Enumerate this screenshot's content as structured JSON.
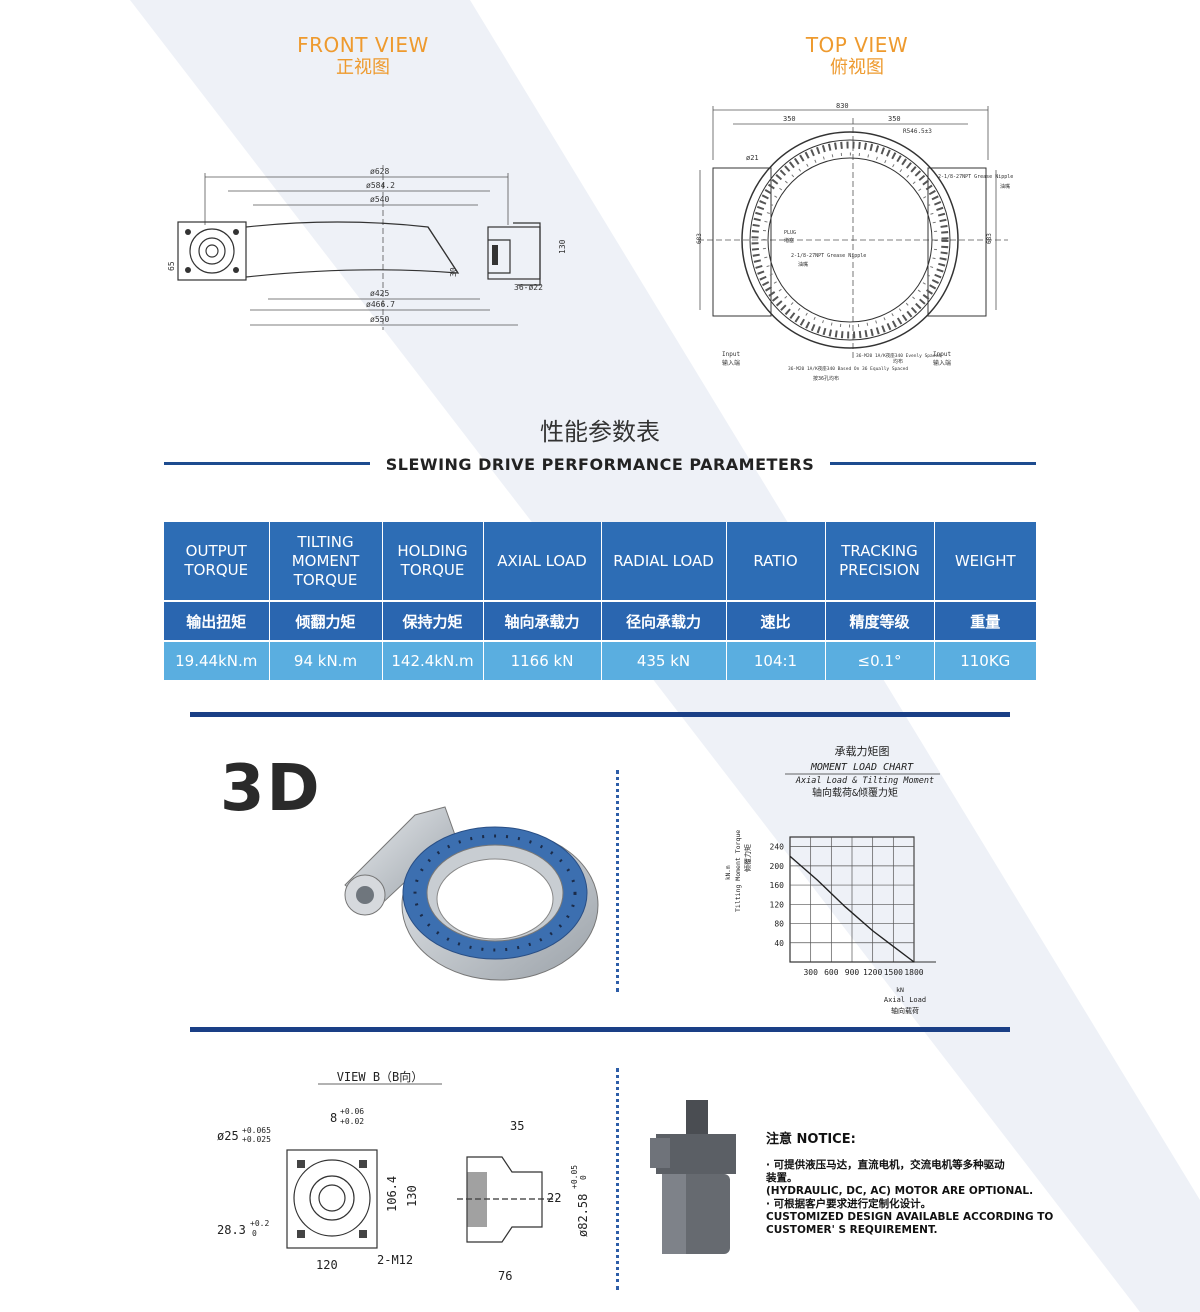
{
  "front_view": {
    "en": "FRONT VIEW",
    "cn": "正视图",
    "dims": {
      "d628": "ø628",
      "d584": "ø584.2",
      "d540": "ø540",
      "d425": "ø425",
      "d466": "ø466.7",
      "d550": "ø550",
      "h65": "65",
      "h130": "130",
      "h30": "30",
      "holes": "36-ø22"
    }
  },
  "top_view": {
    "en": "TOP VIEW",
    "cn": "俯视图",
    "dims": {
      "w830": "830",
      "w350a": "350",
      "w350b": "350",
      "r": "R546.5±3",
      "grease_en": "2-1/8-27NPT Grease Nipple",
      "grease_cn": "油嘴",
      "plug_en": "PLUG",
      "plug_cn": "堵塞",
      "grease2_en": "2-1/8-27NPT Grease Nipple",
      "grease2_cn": "油嘴",
      "h683a": "683",
      "h683b": "683",
      "d21": "ø21",
      "holes_a": "36-M20 1A/K夜座340 Evenly Spaced",
      "holes_a_cn": "均布",
      "holes_b": "36-M20 1A/K夜座340 Based On 36 Equally Spaced",
      "holes_b_cn": "按36孔均布",
      "input_left_en": "Input",
      "input_left_cn": "输入端",
      "input_right_en": "Input",
      "input_right_cn": "输入端"
    }
  },
  "params": {
    "title_cn": "性能参数表",
    "title_en": "SLEWING DRIVE PERFORMANCE PARAMETERS",
    "headers_en": [
      "OUTPUT TORQUE",
      "TILTING MOMENT TORQUE",
      "HOLDING TORQUE",
      "AXIAL LOAD",
      "RADIAL LOAD",
      "RATIO",
      "TRACKING PRECISION",
      "WEIGHT"
    ],
    "headers_cn": [
      "输出扭矩",
      "倾翻力矩",
      "保持力矩",
      "轴向承载力",
      "径向承载力",
      "速比",
      "精度等级",
      "重量"
    ],
    "values": [
      "19.44kN.m",
      "94 kN.m",
      "142.4kN.m",
      "1166 kN",
      "435 kN",
      "104:1",
      "≤0.1°",
      "110KG"
    ]
  },
  "three_d": {
    "label": "3D",
    "accent": "#3c6fb0"
  },
  "chart_data": {
    "type": "line",
    "title": "承载力矩图",
    "subtitle": "MOMENT LOAD CHART",
    "subtitle2": "Axial Load & Tilting Moment",
    "subtitle3": "轴向载荷&倾覆力矩",
    "ylabel_en": "Tilting Moment Torque",
    "ylabel_cn": "倾覆力矩",
    "ylabel_unit": "kN.m",
    "xlabel_unit": "kN",
    "xlabel_en": "Axial Load",
    "xlabel_cn": "轴向载荷",
    "x_ticks": [
      300,
      600,
      900,
      1200,
      1500,
      1800
    ],
    "y_ticks": [
      40,
      80,
      120,
      160,
      200,
      240
    ],
    "xlim": [
      0,
      1800
    ],
    "ylim": [
      0,
      260
    ],
    "series": [
      {
        "x": [
          0,
          400,
          800,
          1200,
          1800
        ],
        "y": [
          220,
          170,
          115,
          65,
          0
        ]
      }
    ]
  },
  "view_b": {
    "title": "VIEW B（B向）",
    "dims": {
      "d25": "ø25",
      "d25_tol_up": "+0.065",
      "d25_tol_dn": "+0.025",
      "k8": "8",
      "k8_tol_up": "+0.06",
      "k8_tol_dn": "+0.02",
      "h106": "106.4",
      "h130": "130",
      "x28": "28.3",
      "x28_tol_up": "+0.2",
      "x28_tol_dn": "0",
      "w120": "120",
      "m12": "2-M12",
      "w35": "35",
      "w22": "22",
      "d82": "ø82.58",
      "d82_tol_up": "+0.05",
      "d82_tol_dn": "0",
      "w76": "76"
    }
  },
  "notice": {
    "title": "注意 NOTICE:",
    "lines": [
      "· 可提供液压马达，直流电机，交流电机等多种驱动",
      "装置。",
      "(HYDRAULIC, DC, AC) MOTOR ARE OPTIONAL.",
      "· 可根据客户要求进行定制化设计。",
      "CUSTOMIZED DESIGN AVAILABLE ACCORDING TO",
      "CUSTOMER' S REQUIREMENT."
    ]
  }
}
